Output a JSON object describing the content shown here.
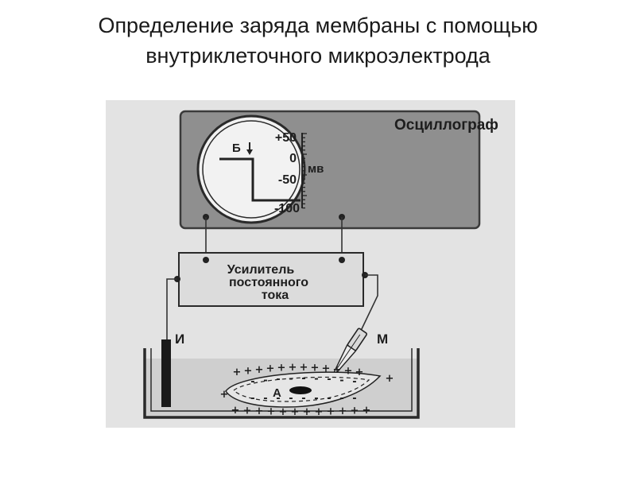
{
  "title": {
    "line1": "Определение заряда мембраны с помощью",
    "line2": "внутриклеточного микроэлектрода"
  },
  "oscilloscope": {
    "label": "Осциллограф",
    "marker": "Б",
    "scale_labels": [
      "+50",
      "0",
      "-50",
      "-100"
    ],
    "unit": "мв"
  },
  "amplifier": {
    "label_line1": "Усилитель",
    "label_line2": "постоянного",
    "label_line3": "тока"
  },
  "electrodes": {
    "indifferent": "И",
    "micro": "М"
  },
  "cell": {
    "label": "А",
    "outer_sign": "+",
    "inner_sign": "-"
  },
  "colors": {
    "panel_bg": "#e3e3e3",
    "oscilloscope_bg": "#8f8f8f",
    "amplifier_bg": "#dcdcdc",
    "ink": "#1e1e1e"
  }
}
